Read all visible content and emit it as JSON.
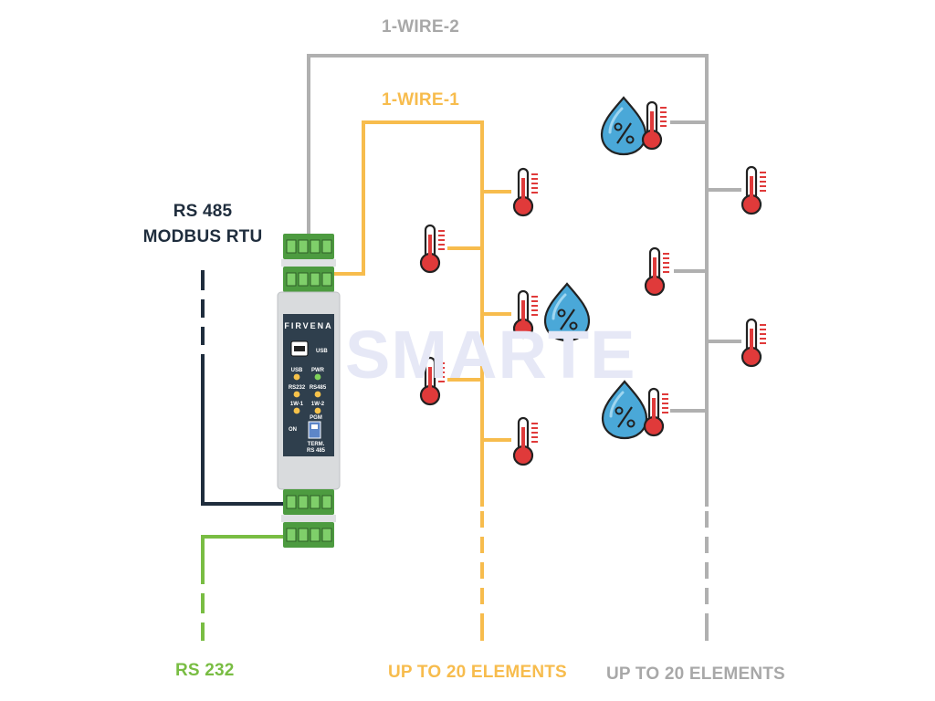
{
  "labels": {
    "wire2": "1-WIRE-2",
    "wire1": "1-WIRE-1",
    "rs485_line1": "RS 485",
    "rs485_line2": "MODBUS RTU",
    "rs232": "RS 232",
    "elements_wire1": "UP TO 20 ELEMENTS",
    "elements_wire2": "UP TO 20 ELEMENTS"
  },
  "watermark": "SMARTE",
  "device": {
    "brand": "FIRVENA",
    "usb_port_label": "USB",
    "leds": [
      {
        "label": "USB",
        "color": "#f6c24a"
      },
      {
        "label": "PWR",
        "color": "#7fd15a"
      },
      {
        "label": "RS232",
        "color": "#f6c24a"
      },
      {
        "label": "RS485",
        "color": "#f6c24a"
      },
      {
        "label": "1W-1",
        "color": "#f6c24a"
      },
      {
        "label": "1W-2",
        "color": "#f6c24a"
      }
    ],
    "pgm_label": "PGM",
    "on_label": "ON",
    "term_label_1": "TERM.",
    "term_label_2": "RS 485"
  },
  "colors": {
    "wire2": "#b0b0b0",
    "wire1": "#f7bc4d",
    "rs485": "#1f2d3d",
    "rs232": "#79bd43",
    "thermometer": "#e03a3a",
    "drop": "#4aa8d8"
  },
  "icons": [
    "thermometer-icon",
    "humidity-drop-icon"
  ]
}
